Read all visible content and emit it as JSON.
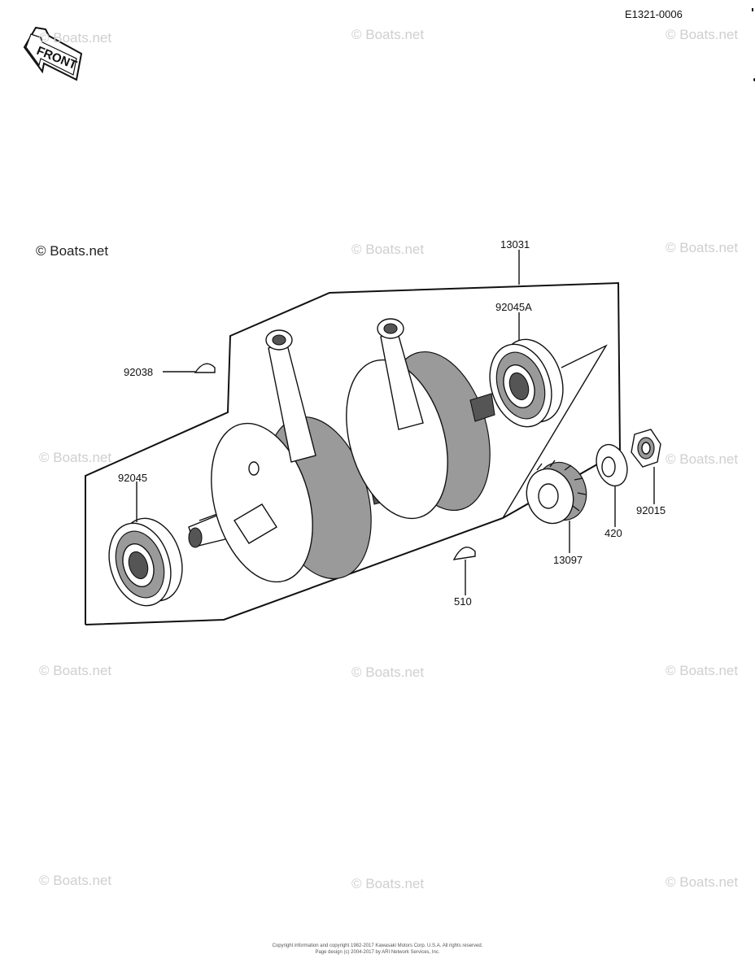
{
  "diagram_code": "E1321-0006",
  "front_label": "FRONT",
  "brand_watermark": "© Boats.net",
  "watermark_text": "© Boats.net",
  "parts": {
    "crankshaft_assy": "13031",
    "bearing_right": "92045A",
    "key_upper": "92038",
    "bearing_left": "92045",
    "gear": "13097",
    "washer": "420",
    "nut": "92015",
    "key_lower": "510"
  },
  "copyright_line1": "Copyright information and copyright 1982-2017 Kawasaki Motors Corp. U.S.A. All rights reserved.",
  "copyright_line2": "Page design (c) 2004-2017 by ARI Network Services, Inc."
}
